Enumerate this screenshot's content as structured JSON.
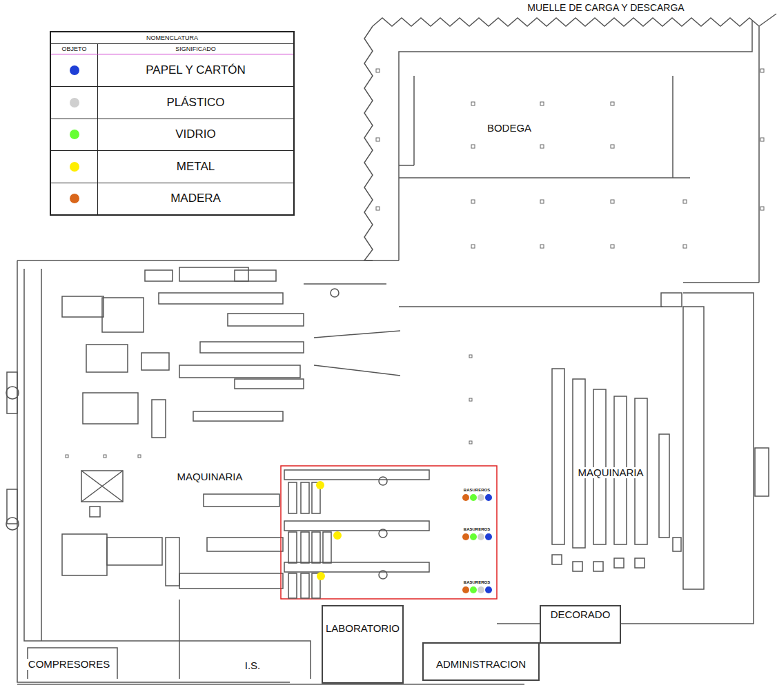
{
  "diagram": {
    "nodes": [
      {
        "text": [
          "LABORATORIO"
        ]
      },
      {
        "text": [
          "ADMINISTRACION"
        ]
      },
      {
        "text": [
          "DECORADO"
        ]
      }
    ],
    "labels": [
      "MUELLE DE CARGA Y DESCARGA",
      "BODEGA",
      "MAQUINARIA",
      "MAQUINARIA",
      "COMPRESORES",
      "I.S.",
      "NOMENCLATURA",
      "OBJETO",
      "SIGNIFICADO",
      "BASUREROS",
      "BASUREROS",
      "BASUREROS"
    ],
    "legend": [
      {
        "text": "PAPEL Y CARTÓN",
        "color": "#1f3fd6"
      },
      {
        "text": "PLÁSTICO",
        "color": "#cfcfcf"
      },
      {
        "text": "VIDRIO",
        "color": "#66ff33"
      },
      {
        "text": "METAL",
        "color": "#ffee00"
      },
      {
        "text": "MADERA",
        "color": "#d9661a"
      }
    ]
  }
}
